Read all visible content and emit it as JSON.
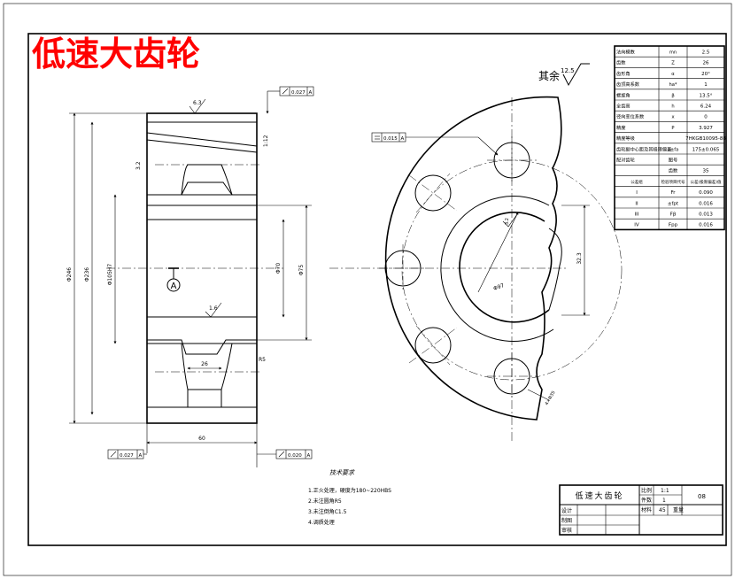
{
  "header": {
    "title": "低速大齿轮",
    "title_color": "#ff0000"
  },
  "roughness_note": {
    "label": "其余",
    "value": "12.5"
  },
  "section_marker": "A",
  "left_view": {
    "dims_vertical": [
      "Φ246",
      "Φ236",
      "Φ105H7",
      "Φ70",
      "Φ75"
    ],
    "dims_horizontal": [
      "60",
      "26"
    ],
    "slope_label": "1:12",
    "small_labels": [
      "6.3",
      "1.6",
      "R5",
      "3.2"
    ],
    "tolerance_frames": [
      {
        "id": "top",
        "value": "0.027",
        "datum": "A"
      },
      {
        "id": "bottom-left",
        "value": "0.027",
        "datum": "A"
      },
      {
        "id": "bottom-right",
        "value": "0.020",
        "datum": "A"
      }
    ]
  },
  "right_view": {
    "tolerance_frame": {
      "value": "0.015",
      "datum": "A"
    },
    "dims": [
      "32.3",
      "Φ97",
      "4×Φ35"
    ],
    "small_labels": [
      "3.2"
    ]
  },
  "params_table": {
    "rows": [
      [
        "法向模数",
        "mn",
        "2.5"
      ],
      [
        "齿数",
        "Z",
        "26"
      ],
      [
        "齿形角",
        "α",
        "20°"
      ],
      [
        "齿顶高系数",
        "ha*",
        "1"
      ],
      [
        "螺旋角",
        "β",
        "13.5°"
      ],
      [
        "全齿高",
        "h",
        "6.24"
      ],
      [
        "径向变位系数",
        "x",
        "0"
      ],
      [
        "精度",
        "P",
        "3.927"
      ],
      [
        "精度等级",
        "",
        "7HKGB10095-88"
      ],
      [
        "齿轮副中心距及其极限偏差",
        "a±fa",
        "175±0.065"
      ],
      [
        "配对齿轮",
        "图号",
        ""
      ],
      [
        "",
        "齿数",
        "35"
      ]
    ],
    "inspection_header": [
      "公差组",
      "检验项目代号",
      "公差(极限偏差)值"
    ],
    "inspection_rows": [
      [
        "I",
        "Fr",
        "0.090"
      ],
      [
        "II",
        "±fpt",
        "0.016"
      ],
      [
        "III",
        "Fβ",
        "0.013"
      ],
      [
        "IV",
        "Fpp",
        "0.016"
      ]
    ]
  },
  "tech_requirements": {
    "title": "技术要求",
    "items": [
      "1.正火处理，硬度为180~220HBS",
      "2.未注圆角R5",
      "3.未注倒角C1.5",
      "4.调质处理"
    ]
  },
  "title_block": {
    "part_name": "低速大齿轮",
    "scale_label": "比例",
    "scale_value": "1:1",
    "qty_label": "件数",
    "qty_value": "1",
    "material_label": "材料",
    "material_value": "45",
    "weight_label": "重量",
    "drawing_no": "08",
    "designer_label": "设计",
    "drawer_label": "制图",
    "checker_label": "审核"
  }
}
